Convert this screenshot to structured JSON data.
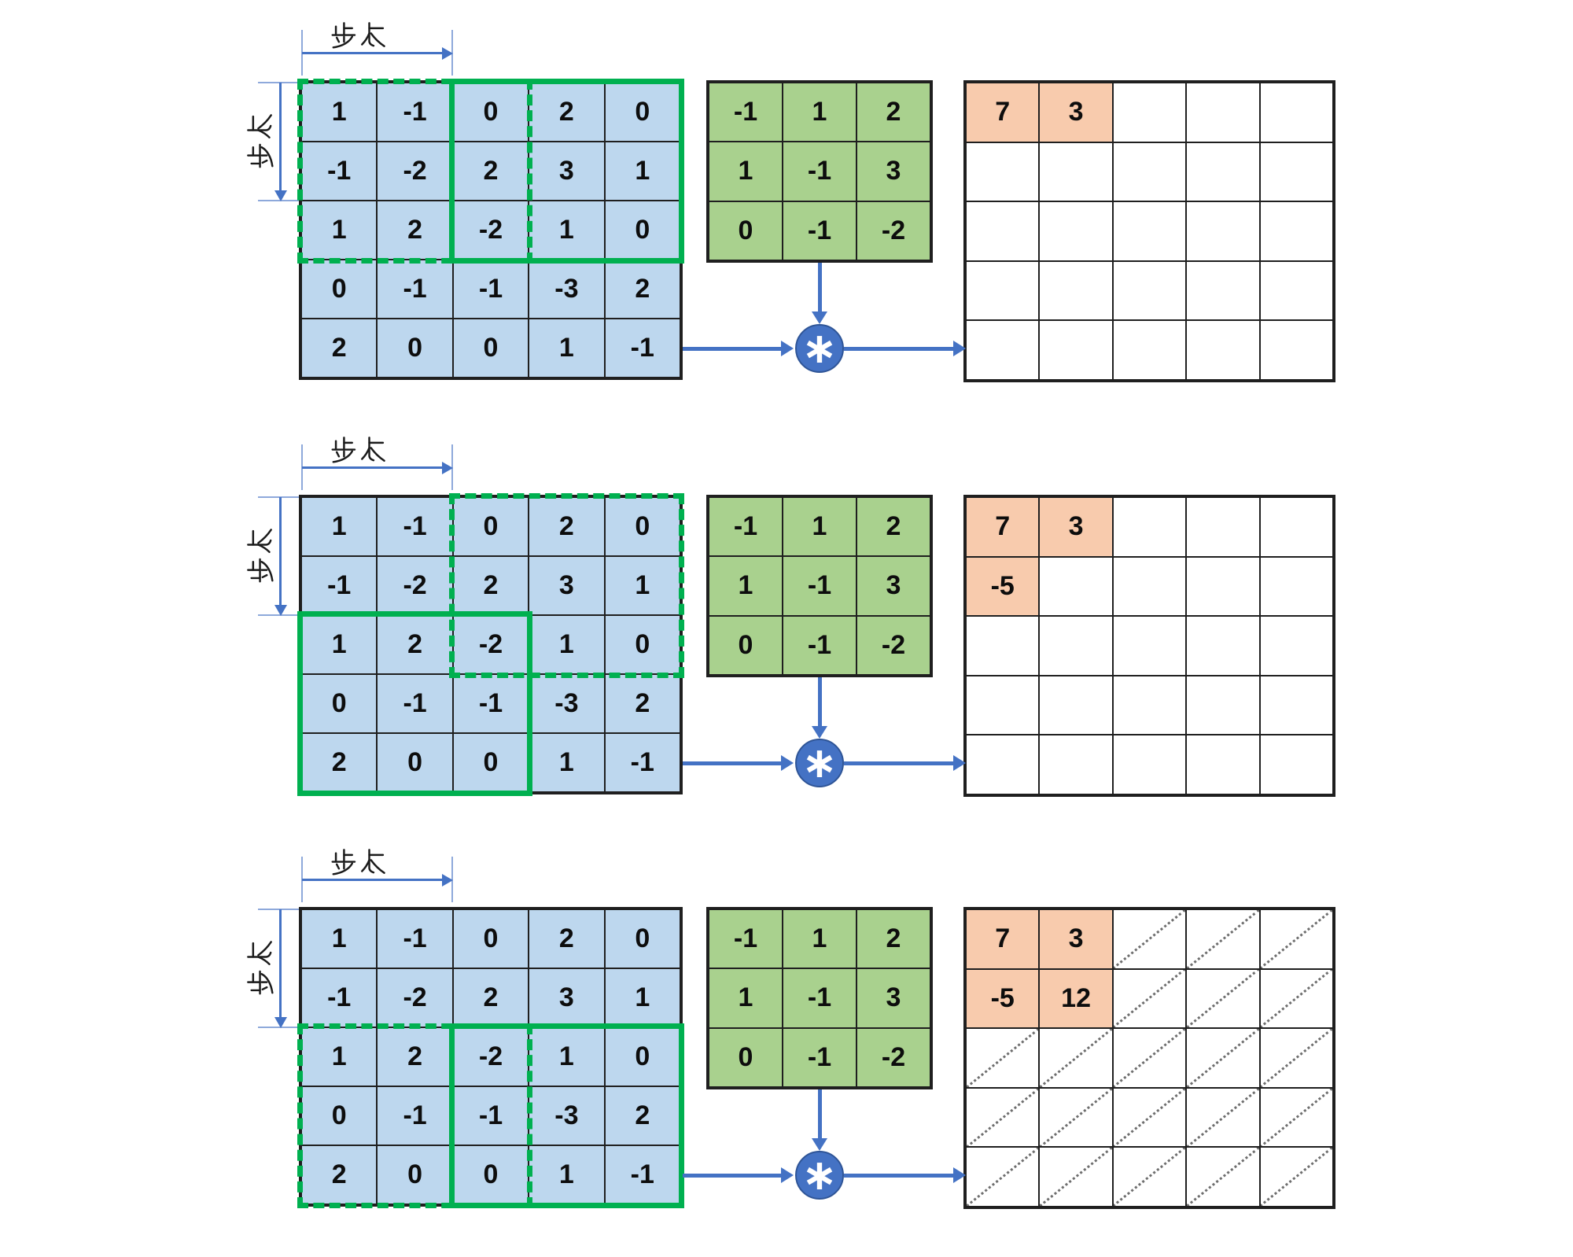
{
  "labels": {
    "stride": "步长",
    "operator": "∗"
  },
  "colors": {
    "input_fill": "#BDD7EE",
    "kernel_fill": "#A9D18E",
    "result_fill": "#F8CBAD",
    "grid_border": "#1f1f1f",
    "highlight_green": "#00B050",
    "arrow_blue": "#4472C4",
    "tick_blue": "#8EA9DB",
    "empty_fill": "#ffffff"
  },
  "input_matrix": [
    [
      1,
      -1,
      0,
      2,
      0
    ],
    [
      -1,
      -2,
      2,
      3,
      1
    ],
    [
      1,
      2,
      -2,
      1,
      0
    ],
    [
      0,
      -1,
      -1,
      -3,
      2
    ],
    [
      2,
      0,
      0,
      1,
      -1
    ]
  ],
  "kernel": [
    [
      -1,
      1,
      2
    ],
    [
      1,
      -1,
      3
    ],
    [
      0,
      -1,
      -2
    ]
  ],
  "steps": [
    {
      "name": "step-1",
      "dashed_window": {
        "rows": [
          0,
          2
        ],
        "cols": [
          0,
          2
        ]
      },
      "solid_window": {
        "rows": [
          0,
          2
        ],
        "cols": [
          2,
          4
        ]
      },
      "hatch_empty": false,
      "output": [
        [
          7,
          3,
          null,
          null,
          null
        ],
        [
          null,
          null,
          null,
          null,
          null
        ],
        [
          null,
          null,
          null,
          null,
          null
        ],
        [
          null,
          null,
          null,
          null,
          null
        ],
        [
          null,
          null,
          null,
          null,
          null
        ]
      ]
    },
    {
      "name": "step-2",
      "dashed_window": {
        "rows": [
          0,
          2
        ],
        "cols": [
          2,
          4
        ]
      },
      "solid_window": {
        "rows": [
          2,
          4
        ],
        "cols": [
          0,
          2
        ]
      },
      "hatch_empty": false,
      "output": [
        [
          7,
          3,
          null,
          null,
          null
        ],
        [
          -5,
          null,
          null,
          null,
          null
        ],
        [
          null,
          null,
          null,
          null,
          null
        ],
        [
          null,
          null,
          null,
          null,
          null
        ],
        [
          null,
          null,
          null,
          null,
          null
        ]
      ]
    },
    {
      "name": "step-3",
      "dashed_window": {
        "rows": [
          2,
          4
        ],
        "cols": [
          0,
          2
        ]
      },
      "solid_window": {
        "rows": [
          2,
          4
        ],
        "cols": [
          2,
          4
        ]
      },
      "hatch_empty": true,
      "output": [
        [
          7,
          3,
          null,
          null,
          null
        ],
        [
          -5,
          12,
          null,
          null,
          null
        ],
        [
          null,
          null,
          null,
          null,
          null
        ],
        [
          null,
          null,
          null,
          null,
          null
        ],
        [
          null,
          null,
          null,
          null,
          null
        ]
      ]
    }
  ]
}
